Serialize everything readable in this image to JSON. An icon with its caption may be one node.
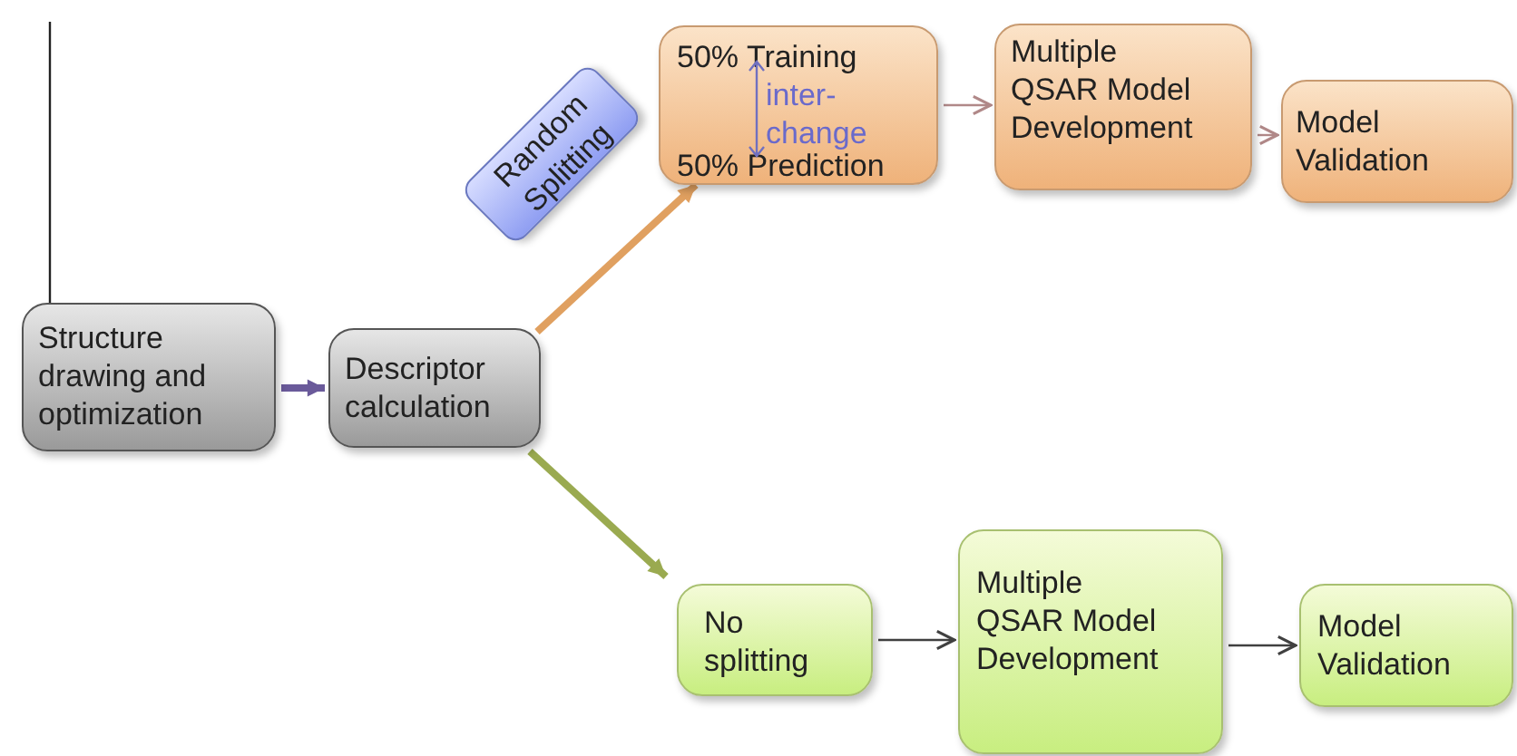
{
  "diagram": {
    "nodes": [
      {
        "text": [
          "Structure drawing and optimization"
        ]
      },
      {
        "text": [
          "Descriptor calculation"
        ]
      },
      {
        "text": [
          "Random Splitting"
        ]
      },
      {
        "text": [
          "50% Training",
          "inter-change",
          "50% Prediction"
        ]
      },
      {
        "text": [
          "Multiple QSAR Model Development"
        ]
      },
      {
        "text": [
          "Model Validation"
        ]
      },
      {
        "text": [
          "No splitting"
        ]
      },
      {
        "text": [
          "Multiple QSAR Model Development"
        ]
      },
      {
        "text": [
          "Model Validation"
        ]
      }
    ],
    "edges": [
      {
        "from": 0,
        "to": 1,
        "arrow": "to",
        "style": "thick",
        "color": "#6a5a9a"
      },
      {
        "from": 1,
        "to": 3,
        "arrow": "to",
        "style": "thick",
        "color": "#e0a060"
      },
      {
        "from": 3,
        "to": 4,
        "arrow": "to",
        "color": "#b08888"
      },
      {
        "from": 4,
        "to": 5,
        "arrow": "to",
        "color": "#b08888"
      },
      {
        "from": 1,
        "to": 6,
        "arrow": "to",
        "style": "thick",
        "color": "#9aaa50"
      },
      {
        "from": 6,
        "to": 7,
        "arrow": "to",
        "color": "#404040"
      },
      {
        "from": 7,
        "to": 8,
        "arrow": "to",
        "color": "#404040"
      }
    ]
  }
}
